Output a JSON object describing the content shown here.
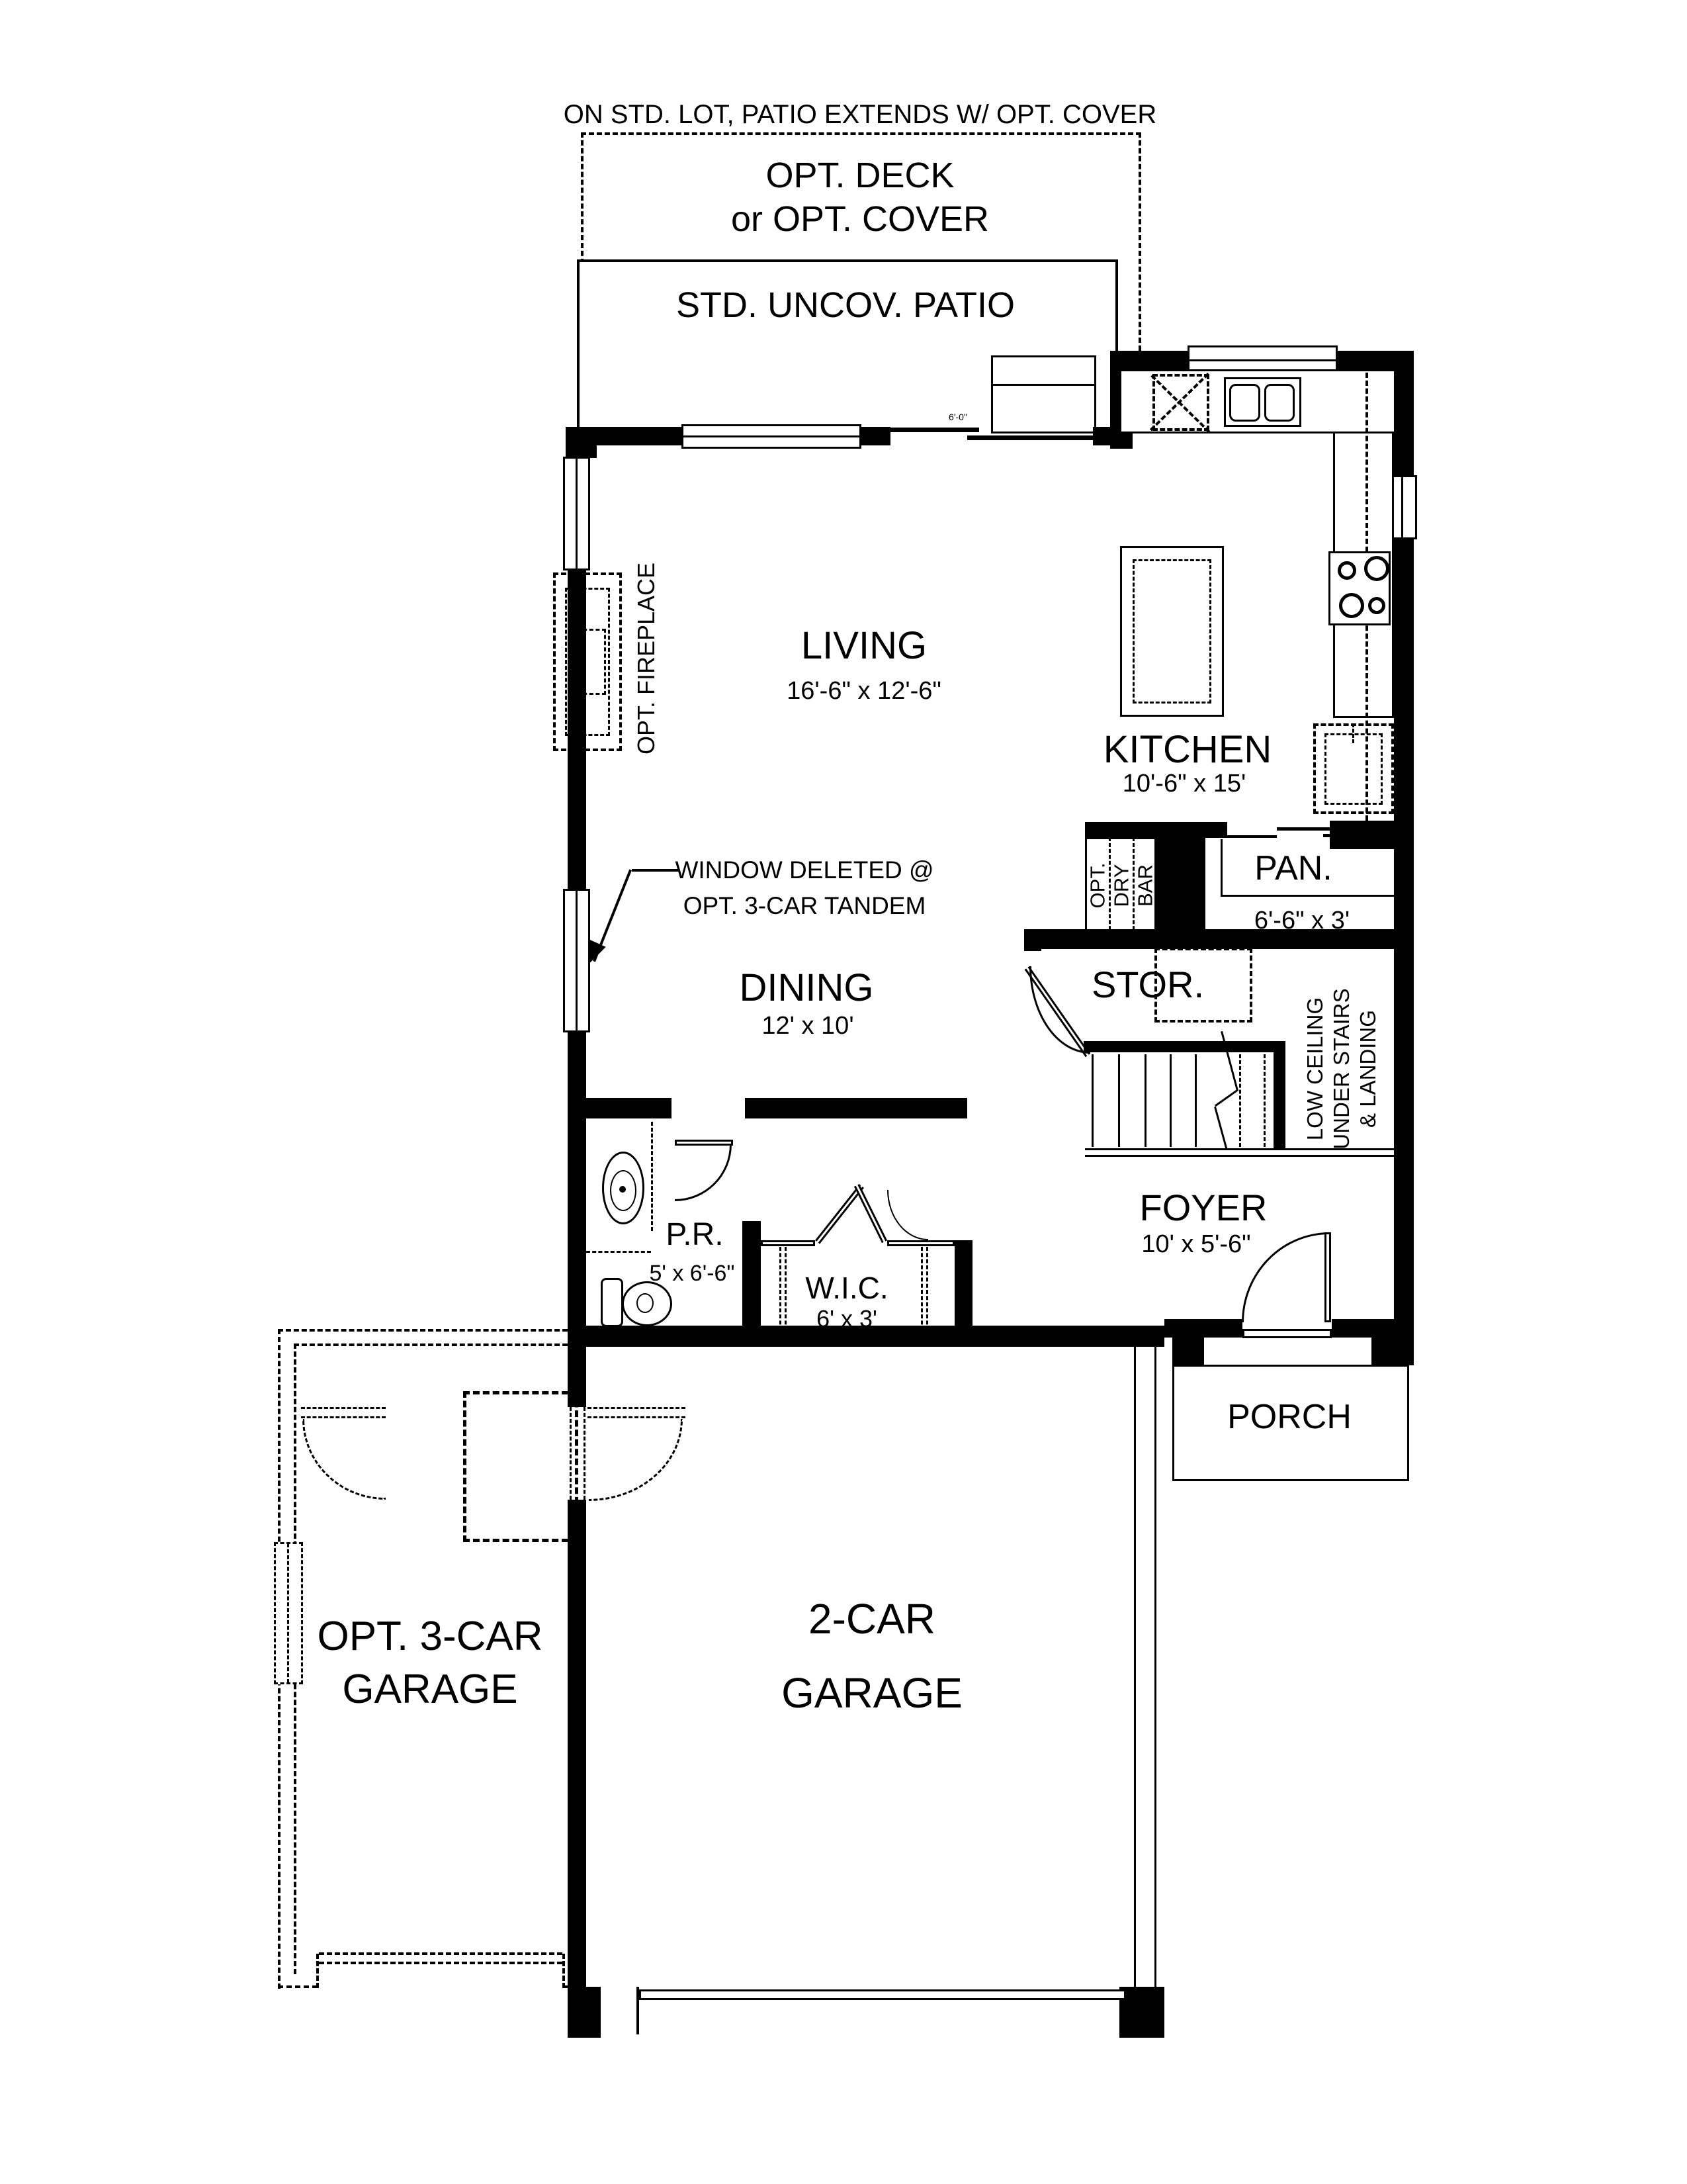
{
  "plan": {
    "notes": {
      "top": "ON STD. LOT, PATIO EXTENDS W/ OPT. COVER",
      "window_deleted_1": "WINDOW DELETED @",
      "window_deleted_2": "OPT. 3-CAR TANDEM",
      "slider_width": "6'-0\""
    },
    "outdoor": {
      "deck_line1": "OPT. DECK",
      "deck_line2": "or OPT. COVER",
      "patio": "STD. UNCOV. PATIO",
      "porch": "PORCH"
    },
    "rooms": {
      "living": {
        "name": "LIVING",
        "dims": "16'-6\" x 12'-6\""
      },
      "kitchen": {
        "name": "KITCHEN",
        "dims": "10'-6\" x 15'"
      },
      "dining": {
        "name": "DINING",
        "dims": "12' x 10'"
      },
      "pantry": {
        "name": "PAN.",
        "dims": "6'-6\" x 3'"
      },
      "storage": {
        "name": "STOR."
      },
      "foyer": {
        "name": "FOYER",
        "dims": "10' x 5'-6\""
      },
      "powder": {
        "name": "P.R.",
        "dims": "5' x 6'-6\""
      },
      "wic": {
        "name": "W.I.C.",
        "dims": "6' x 3'"
      },
      "garage2": {
        "line1": "2-CAR",
        "line2": "GARAGE"
      },
      "garage3": {
        "line1": "OPT. 3-CAR",
        "line2": "GARAGE"
      }
    },
    "features": {
      "fireplace": "OPT. FIREPLACE",
      "dry_bar": {
        "w1": "OPT.",
        "w2": "DRY",
        "w3": "BAR"
      },
      "low_ceiling": {
        "l1": "LOW CEILING",
        "l2": "UNDER STAIRS",
        "l3": "& LANDING"
      }
    },
    "colors": {
      "ink": "#000000",
      "paper": "#ffffff"
    }
  }
}
